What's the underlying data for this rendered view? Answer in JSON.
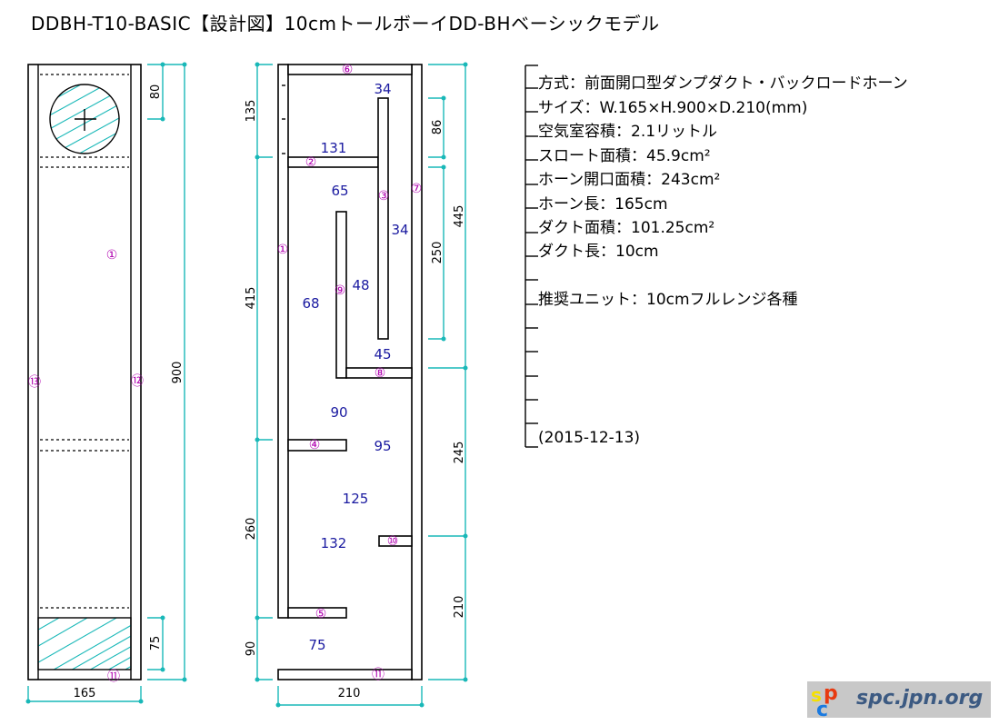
{
  "title": "DDBH-T10-BASIC【設計図】10cmトールボーイDD-BHベーシックモデル",
  "front_view": {
    "dims": {
      "speaker_offset": "80",
      "bottom_hatch": "75",
      "height": "900",
      "width": "165"
    },
    "part_labels": {
      "side": "①",
      "left": "⑬",
      "right": "⑫",
      "bottom": "⑪"
    }
  },
  "side_view": {
    "dims_left": [
      "135",
      "415",
      "260",
      "90"
    ],
    "dims_right_inner": [
      "86",
      "250"
    ],
    "dims_right_outer": [
      "445",
      "245",
      "210"
    ],
    "depth": "210",
    "section_values": [
      "34",
      "131",
      "65",
      "34",
      "48",
      "68",
      "45",
      "90",
      "95",
      "125",
      "132",
      "75"
    ],
    "part_labels": [
      "⑥",
      "②",
      "③",
      "⑦",
      "①",
      "⑨",
      "⑧",
      "④",
      "⑩",
      "⑤",
      "⑪"
    ]
  },
  "spec": {
    "lines": [
      "方式：前面開口型ダンプダクト・バックロードホーン",
      "サイズ：W.165×H.900×D.210(mm)",
      "空気室容積：2.1リットル",
      "スロート面積：45.9cm²",
      "ホーン開口面積：243cm²",
      "ホーン長：165cm",
      "ダクト面積：101.25cm²",
      "ダクト長：10cm",
      "",
      "推奨ユニット：10cmフルレンジ各種"
    ],
    "date": "(2015-12-13)"
  },
  "logo": {
    "mark": "spc",
    "text": "spc.jpn.org"
  },
  "colors": {
    "dimension": "#19b8b8",
    "values": "#1a1aa0",
    "part_labels": "#b000b0"
  }
}
